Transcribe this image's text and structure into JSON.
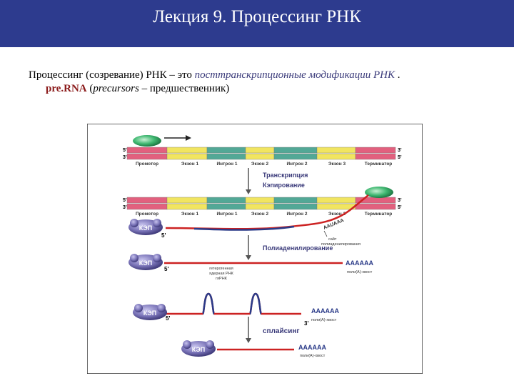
{
  "header": {
    "title": "Лекция 9. Процессинг РНК"
  },
  "intro": {
    "line1_prefix": "Процессинг (созревание) РНК – это ",
    "line1_emphasis": "посттранскрипционные модификации РНК",
    "line1_suffix": " .",
    "line2_term": "pre.RNA",
    "line2_open": " (",
    "line2_term2": "precursors",
    "line2_rest": " – предшественник)"
  },
  "diagram": {
    "strand_ends": {
      "left_top": "5'",
      "left_bottom": "3'",
      "right_top": "3'",
      "right_bottom": "5'"
    },
    "segments": [
      "Промотор",
      "Экзон 1",
      "Интрон 1",
      "Экзон 2",
      "Интрон 2",
      "Экзон 3",
      "Терминатор"
    ],
    "colors": {
      "promoter": "#e2607e",
      "exon": "#f1e560",
      "intron": "#52a896",
      "polymerase": "#3fb871",
      "cap": "#7a74b8",
      "rna": "#cc2222",
      "rna_blue": "#2a3a88"
    },
    "step1_label_line1": "Транскрипция",
    "step1_label_line2": "Кэпирование",
    "cap_label": "КЭП",
    "five_prime": "5'",
    "three_prime": "3'",
    "polya_signal": "AAUAAA",
    "polya_site_line1": "сайт",
    "polya_site_line2": "полиаденилирования",
    "step2_label": "Полиаденилирование",
    "hnrna_line1": "гетерогенная",
    "hnrna_line2": "ядерная РНК",
    "hnrna_line3": "гяРНК",
    "polya_tail": "AAAAAA",
    "polya_tail_label": "поли(А)-хвост",
    "step3_label": "сплайсинг"
  }
}
